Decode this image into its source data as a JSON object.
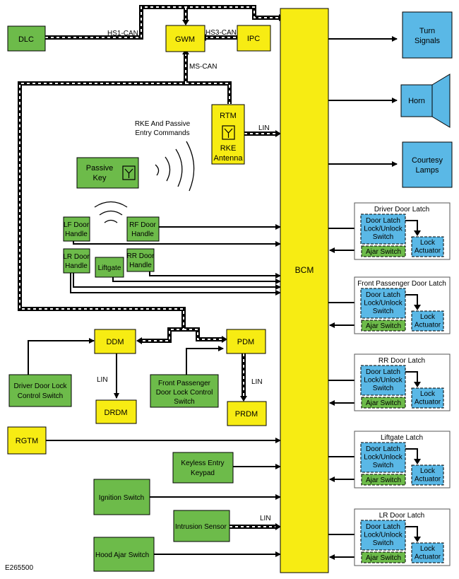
{
  "figure_id": "E265500",
  "bcm": "BCM",
  "modules": {
    "dlc": "DLC",
    "gwm": "GWM",
    "ipc": "IPC",
    "rtm": "RTM",
    "rke_antenna": [
      "RKE",
      "Antenna"
    ],
    "passive_key": [
      "Passive",
      "Key"
    ],
    "lf_handle": [
      "LF Door",
      "Handle"
    ],
    "rf_handle": [
      "RF Door",
      "Handle"
    ],
    "lr_handle": [
      "LR Door",
      "Handle"
    ],
    "liftgate": "Liftgate",
    "rr_handle": [
      "RR Door",
      "Handle"
    ],
    "ddm": "DDM",
    "pdm": "PDM",
    "drdm": "DRDM",
    "prdm": "PRDM",
    "driver_switch": [
      "Driver Door Lock",
      "Control Switch"
    ],
    "passenger_switch": [
      "Front Passenger",
      "Door Lock Control",
      "Switch"
    ],
    "rgtm": "RGTM",
    "keypad": [
      "Keyless Entry",
      "Keypad"
    ],
    "ignition": "Ignition Switch",
    "intrusion": "Intrusion Sensor",
    "hood": "Hood Ajar Switch"
  },
  "outputs": {
    "turn_signals": [
      "Turn",
      "Signals"
    ],
    "horn": "Horn",
    "courtesy_lamps": [
      "Courtesy",
      "Lamps"
    ]
  },
  "bus_labels": {
    "hs1": "HS1-CAN",
    "hs3": "HS3-CAN",
    "ms": "MS-CAN",
    "lin": "LIN"
  },
  "rke_commands": [
    "RKE And Passive",
    "Entry Commands"
  ],
  "latch_groups": [
    {
      "title": "Driver Door Latch"
    },
    {
      "title": "Front Passenger Door Latch"
    },
    {
      "title": "RR Door Latch"
    },
    {
      "title": "Liftgate Latch"
    },
    {
      "title": "LR Door Latch"
    }
  ],
  "latch_parts": {
    "switch": [
      "Door Latch",
      "Lock/Unlock",
      "Switch"
    ],
    "actuator": [
      "Lock",
      "Actuator"
    ],
    "ajar": "Ajar Switch"
  },
  "colors": {
    "module_green": "#6dbb4a",
    "module_yellow": "#f7ec13",
    "output_blue": "#5ab8e6",
    "latch_blue": "#5ab8e6"
  },
  "icons": [
    "antenna-icon",
    "wireless-waves-icon",
    "horn-icon"
  ]
}
